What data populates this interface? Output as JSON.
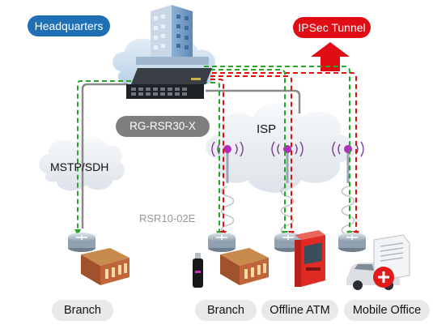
{
  "labels": {
    "headquarters": "Headquarters",
    "ipsec_tunnel": "IPSec Tunnel",
    "hq_router_model": "RG-RSR30-X",
    "branch_router_model": "RSR10-02E",
    "wan_link": "MSTP/SDH",
    "isp": "ISP"
  },
  "sites": {
    "branch_wan": "Branch",
    "branch_vpn": "Branch",
    "offline_atm": "Offline ATM",
    "mobile_office": "Mobile Office"
  },
  "colors": {
    "hq_badge": "#1f6fb4",
    "ipsec_badge": "#e00d15",
    "green_link": "#2aa52a",
    "red_link": "#e01010",
    "wire": "#8a8a8a"
  },
  "icons": [
    "building-icon",
    "core-router-icon",
    "cloud-icon",
    "wireless-tower-icon",
    "router-icon",
    "bank-building-icon",
    "usb-modem-icon",
    "atm-icon",
    "car-icon",
    "document-icon",
    "up-arrow-icon"
  ]
}
